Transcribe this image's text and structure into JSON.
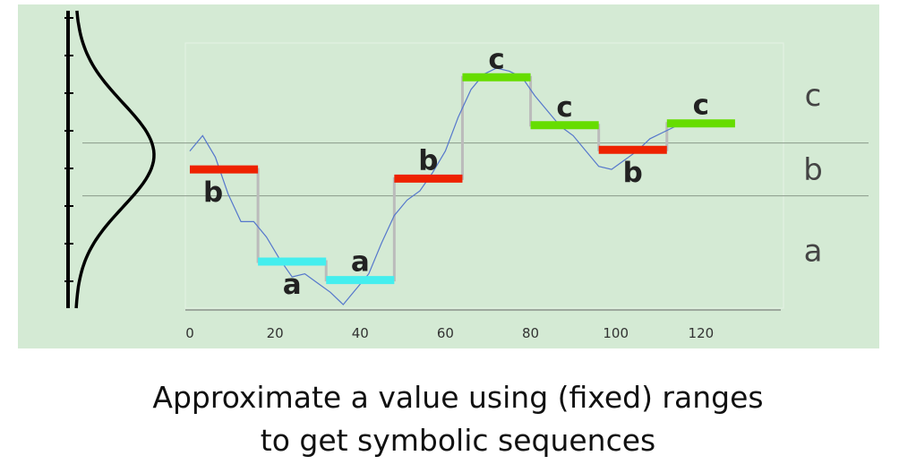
{
  "caption": {
    "line1": "Approximate a value using (fixed) ranges",
    "line2": "to get symbolic sequences"
  },
  "chart_data": {
    "type": "line",
    "xlim": [
      0,
      140
    ],
    "ylim": [
      -2.2,
      2.0
    ],
    "x_ticks": [
      0,
      20,
      40,
      60,
      80,
      100,
      120
    ],
    "grid": false,
    "band_boundaries": [
      -0.43,
      0.43
    ],
    "band_labels": [
      "a",
      "b",
      "c"
    ],
    "series": [
      {
        "x": [
          0,
          3,
          6,
          9,
          12,
          15,
          18,
          21,
          24,
          27,
          30,
          33,
          36,
          39,
          42,
          45,
          48,
          51,
          54,
          57,
          60,
          63,
          66,
          69,
          72,
          75,
          78,
          81,
          84,
          87,
          90,
          93,
          96,
          99,
          102,
          105,
          108,
          111,
          114,
          117,
          120,
          123,
          126
        ],
        "y": [
          0.3,
          0.55,
          0.2,
          -0.4,
          -0.85,
          -0.85,
          -1.1,
          -1.45,
          -1.75,
          -1.7,
          -1.85,
          -2.0,
          -2.2,
          -1.95,
          -1.7,
          -1.2,
          -0.75,
          -0.5,
          -0.35,
          -0.05,
          0.3,
          0.85,
          1.3,
          1.55,
          1.65,
          1.6,
          1.5,
          1.2,
          0.95,
          0.7,
          0.55,
          0.3,
          0.05,
          0.0,
          0.15,
          0.3,
          0.5,
          0.6,
          0.7,
          0.75,
          0.7,
          0.8,
          0.75
        ]
      }
    ],
    "segments": [
      {
        "label": "b",
        "x_start": 0,
        "x_end": 16,
        "value": 0.0,
        "color": "#ee2200"
      },
      {
        "label": "a",
        "x_start": 16,
        "x_end": 32,
        "value": -1.5,
        "color": "#44eeee"
      },
      {
        "label": "a",
        "x_start": 32,
        "x_end": 48,
        "value": -1.8,
        "color": "#44eeee"
      },
      {
        "label": "b",
        "x_start": 48,
        "x_end": 64,
        "value": -0.15,
        "color": "#ee2200"
      },
      {
        "label": "c",
        "x_start": 64,
        "x_end": 80,
        "value": 1.5,
        "color": "#66dd00"
      },
      {
        "label": "c",
        "x_start": 80,
        "x_end": 96,
        "value": 0.72,
        "color": "#66dd00"
      },
      {
        "label": "b",
        "x_start": 96,
        "x_end": 112,
        "value": 0.32,
        "color": "#ee2200"
      },
      {
        "label": "c",
        "x_start": 112,
        "x_end": 128,
        "value": 0.75,
        "color": "#66dd00"
      }
    ],
    "colors": {
      "background": "#d4ead4",
      "series_line": "#5577cc",
      "step_line": "#bbbbbb",
      "band_line": "#8a9a8a",
      "gaussian": "#000000"
    }
  }
}
